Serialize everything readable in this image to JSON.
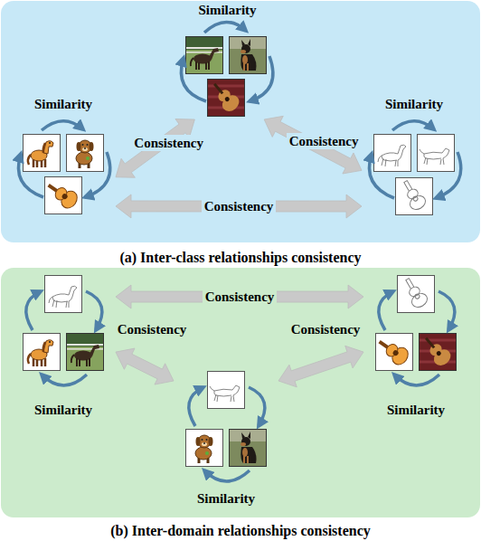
{
  "diagram": {
    "nodes": [
      {
        "text": [
          "(a) Inter-class relationships consistency"
        ]
      },
      {
        "text": [
          "Similarity"
        ],
        "in": 0
      },
      {
        "text": [
          "Similarity"
        ],
        "in": 0
      },
      {
        "text": [
          "Similarity"
        ],
        "in": 0
      },
      {
        "text": [
          "(b) Inter-domain relationships consistency"
        ]
      },
      {
        "text": [
          "Similarity"
        ],
        "in": 4
      },
      {
        "text": [
          "Similarity"
        ],
        "in": 4
      },
      {
        "text": [
          "Similarity"
        ],
        "in": 4
      }
    ],
    "edges": [
      {
        "from": 2,
        "to": 1,
        "label": "Consistency",
        "arrow": "both"
      },
      {
        "from": 1,
        "to": 3,
        "label": "Consistency",
        "arrow": "both"
      },
      {
        "from": 2,
        "to": 3,
        "label": "Consistency",
        "arrow": "both"
      },
      {
        "from": 5,
        "to": 6,
        "label": "Consistency",
        "arrow": "both"
      },
      {
        "from": 5,
        "to": 7,
        "label": "Consistency",
        "arrow": "both"
      },
      {
        "from": 7,
        "to": 6,
        "label": "Consistency",
        "arrow": "both"
      }
    ]
  }
}
